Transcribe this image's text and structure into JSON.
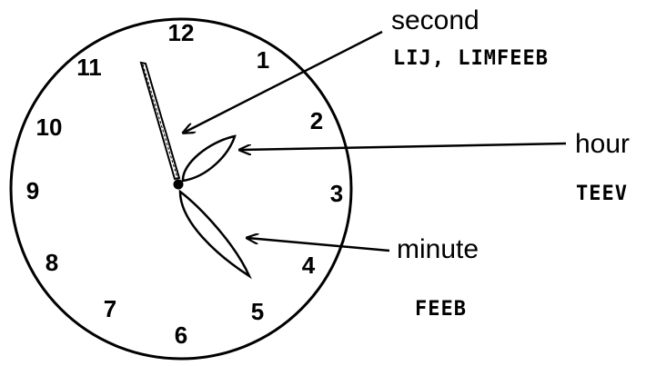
{
  "clock": {
    "numbers": [
      "12",
      "1",
      "2",
      "3",
      "4",
      "5",
      "6",
      "7",
      "8",
      "9",
      "10",
      "11"
    ],
    "hands": {
      "hour_value": 1.5,
      "minute_value": 24,
      "second_value": 55
    }
  },
  "labels": {
    "second": {
      "english": "second",
      "hmong": "LIJ, LIMFEEB"
    },
    "hour": {
      "english": "hour",
      "hmong": "TEEV"
    },
    "minute": {
      "english": "minute",
      "hmong": "FEEB"
    }
  },
  "colors": {
    "ink": "#000000",
    "background": "#ffffff"
  }
}
